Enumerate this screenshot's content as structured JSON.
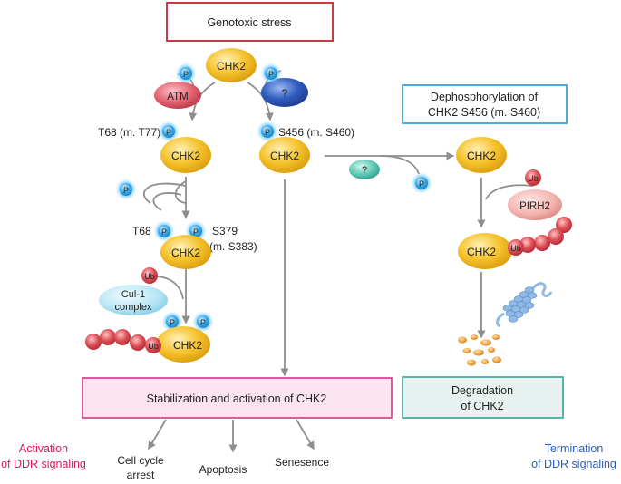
{
  "boxes": {
    "genotoxic_stress": "Genotoxic stress",
    "dephos_line1": "Dephosphorylation of",
    "dephos_line2": "CHK2 S456 (m. S460)",
    "stabilization": "Stabilization and  activation of CHK2",
    "degradation_line1": "Degradation",
    "degradation_line2": "of CHK2"
  },
  "proteins": {
    "chk2": "CHK2",
    "atm": "ATM",
    "unknown": "?",
    "pirh2": "PIRH2",
    "cul1_line1": "Cul-1",
    "cul1_line2": "complex"
  },
  "badges": {
    "phospho": "P",
    "ubiquitin": "Ub"
  },
  "sites": {
    "t68_m_t77": "T68 (m. T77)",
    "s456_m_s460": "S456  (m. S460)",
    "t68": "T68",
    "s379": "S379",
    "m_s383": "(m. S383)"
  },
  "outcomes": {
    "cell_cycle_line1": "Cell cycle",
    "cell_cycle_line2": "arrest",
    "apoptosis": "Apoptosis",
    "senesence": "Senesence"
  },
  "side_labels": {
    "activation_line1": "Activation",
    "activation_line2": "of DDR signaling",
    "termination_line1": "Termination",
    "termination_line2": "of DDR signaling"
  },
  "colors": {
    "red_box": "#c0282e",
    "blue_box": "#3aa0d8",
    "teal_box": "#2fa39a",
    "pink_fill": "#fbe3ef",
    "pink_border": "#d6338a",
    "chk2": "#f2b21b",
    "atm": "#e05a6d",
    "unknown_blue": "#2a56b8",
    "phosphatase": "#4fc2ae",
    "phospho": "#36a9e8",
    "ubiquitin": "#d9414b",
    "activation_text": "#d81b55",
    "termination_text": "#2b5db8"
  }
}
